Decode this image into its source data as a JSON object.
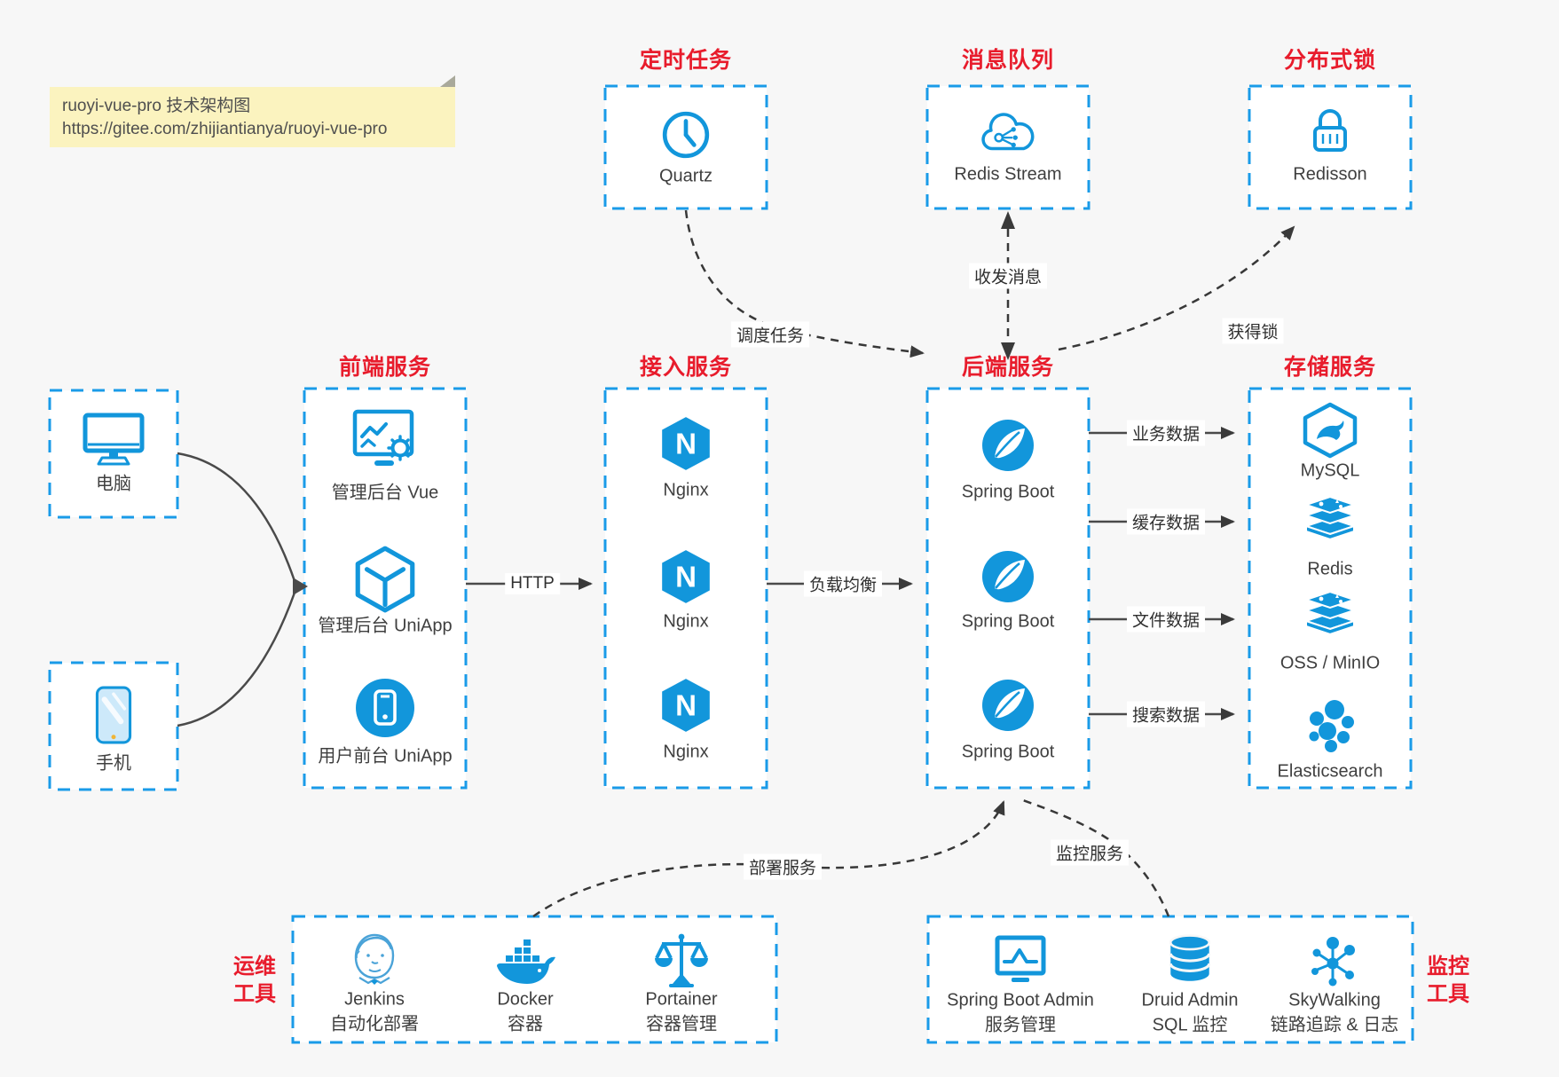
{
  "note": {
    "line1": "ruoyi-vue-pro 技术架构图",
    "line2": "https://gitee.com/zhijiantianya/ruoyi-vue-pro"
  },
  "colors": {
    "border_blue": "#1a9be8",
    "icon_blue": "#1296db",
    "title_red": "#e81c2c",
    "text": "#3f3f3f",
    "arrow_dark": "#3a3a3a",
    "canvas": "#f7f7f7",
    "note_yellow": "#fbf3bf"
  },
  "top_groups": [
    {
      "title": "定时任务",
      "item": {
        "label": "Quartz",
        "icon": "clock-icon"
      }
    },
    {
      "title": "消息队列",
      "item": {
        "label": "Redis Stream",
        "icon": "cloud-stream-icon"
      }
    },
    {
      "title": "分布式锁",
      "item": {
        "label": "Redisson",
        "icon": "lock-icon"
      }
    }
  ],
  "clients": [
    {
      "label": "电脑",
      "icon": "computer-icon"
    },
    {
      "label": "手机",
      "icon": "phone-icon"
    }
  ],
  "columns": [
    {
      "title": "前端服务",
      "items": [
        {
          "label": "管理后台 Vue"
        },
        {
          "label": "管理后台 UniApp"
        },
        {
          "label": "用户前台 UniApp"
        }
      ]
    },
    {
      "title": "接入服务",
      "items": [
        {
          "label": "Nginx"
        },
        {
          "label": "Nginx"
        },
        {
          "label": "Nginx"
        }
      ]
    },
    {
      "title": "后端服务",
      "items": [
        {
          "label": "Spring Boot"
        },
        {
          "label": "Spring Boot"
        },
        {
          "label": "Spring Boot"
        }
      ]
    },
    {
      "title": "存储服务",
      "items": [
        {
          "label": "MySQL"
        },
        {
          "label": "Redis"
        },
        {
          "label": "OSS / MinIO"
        },
        {
          "label": "Elasticsearch"
        }
      ]
    }
  ],
  "bottom_groups": [
    {
      "title_lines": [
        "运维",
        "工具"
      ],
      "items": [
        {
          "name": "Jenkins",
          "desc": "自动化部署"
        },
        {
          "name": "Docker",
          "desc": "容器"
        },
        {
          "name": "Portainer",
          "desc": "容器管理"
        }
      ]
    },
    {
      "title_lines": [
        "监控",
        "工具"
      ],
      "items": [
        {
          "name": "Spring Boot Admin",
          "desc": "服务管理"
        },
        {
          "name": "Druid Admin",
          "desc": "SQL 监控"
        },
        {
          "name": "SkyWalking",
          "desc": "链路追踪 & 日志"
        }
      ]
    }
  ],
  "edges": {
    "http": "HTTP",
    "load_balance": "负载均衡",
    "business": "业务数据",
    "cache": "缓存数据",
    "file": "文件数据",
    "search": "搜索数据",
    "schedule": "调度任务",
    "message": "收发消息",
    "lock": "获得锁",
    "deploy": "部署服务",
    "monitor": "监控服务"
  },
  "icons": {
    "nginx_letter": "N"
  }
}
